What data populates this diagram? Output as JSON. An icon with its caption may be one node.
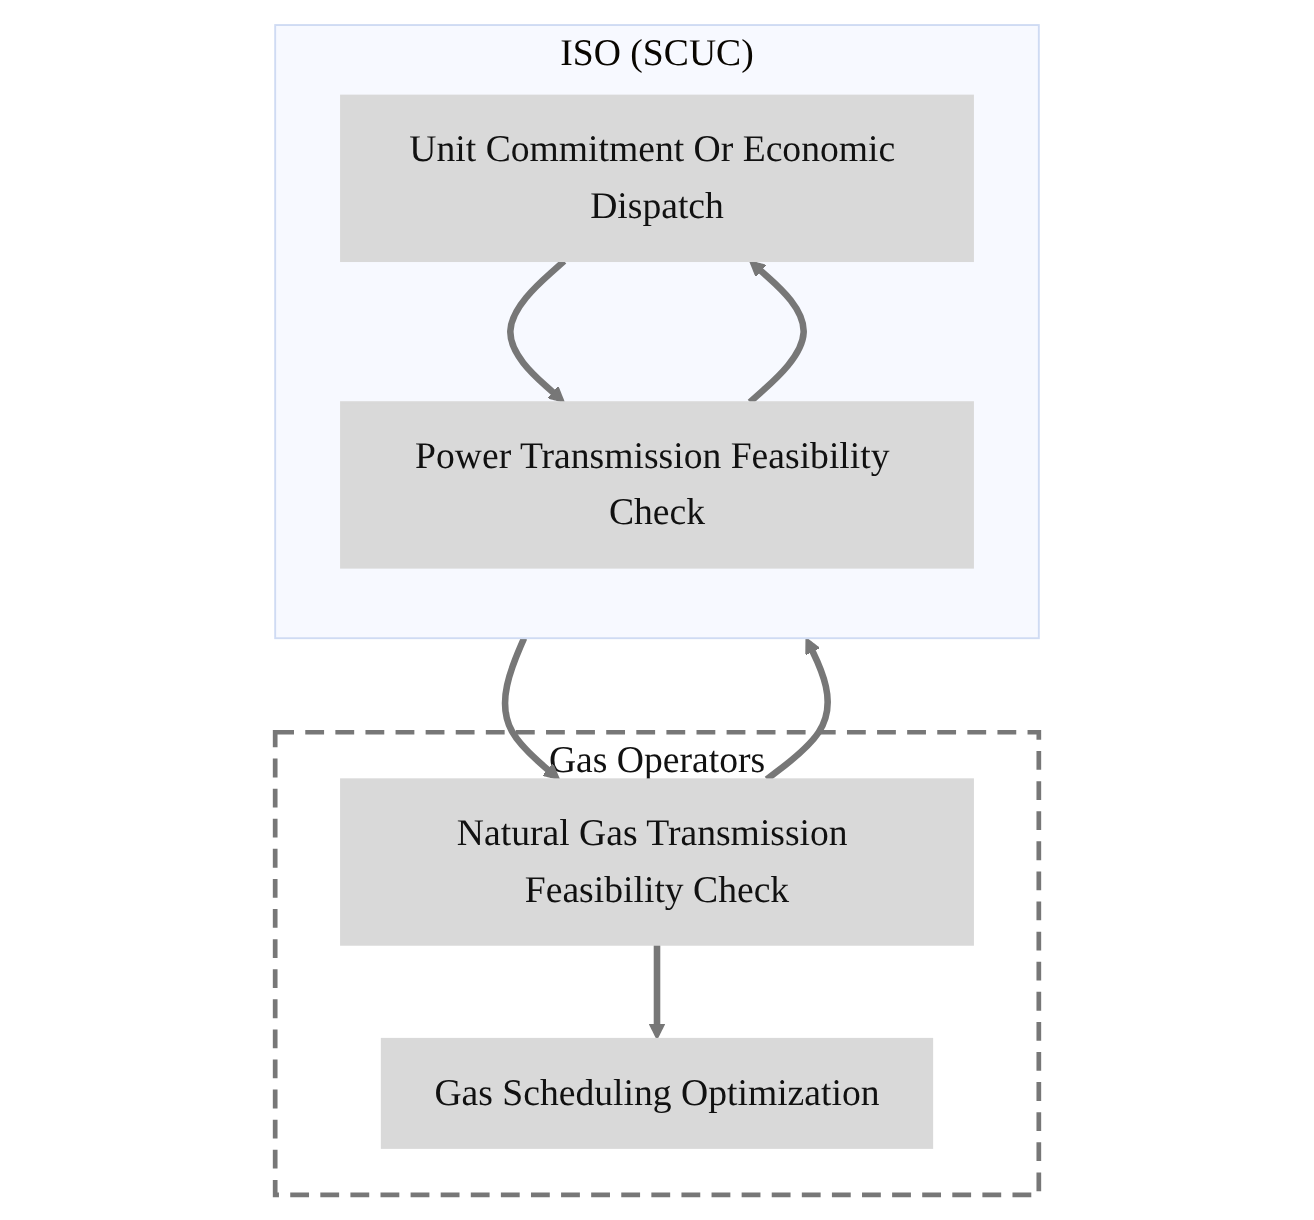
{
  "diagram": {
    "nodes": [
      {
        "text": [
          "ISO (SCUC)"
        ]
      },
      {
        "text": [
          "Unit Commitment Or Economic Dispatch"
        ],
        "in": 0
      },
      {
        "text": [
          "Power Transmission Feasibility Check"
        ],
        "in": 0
      },
      {
        "text": [
          "Gas Operators"
        ]
      },
      {
        "text": [
          "Natural Gas Transmission Feasibility Check"
        ],
        "in": 3
      },
      {
        "text": [
          "Gas Scheduling Optimization"
        ],
        "in": 3
      }
    ],
    "edges": [
      {
        "from": 1,
        "to": 2,
        "arrow": "to"
      },
      {
        "from": 2,
        "to": 1,
        "arrow": "to"
      },
      {
        "from": 0,
        "to": 4,
        "arrow": "to"
      },
      {
        "from": 4,
        "to": 0,
        "arrow": "to"
      },
      {
        "from": 4,
        "to": 5,
        "arrow": "to"
      }
    ]
  }
}
